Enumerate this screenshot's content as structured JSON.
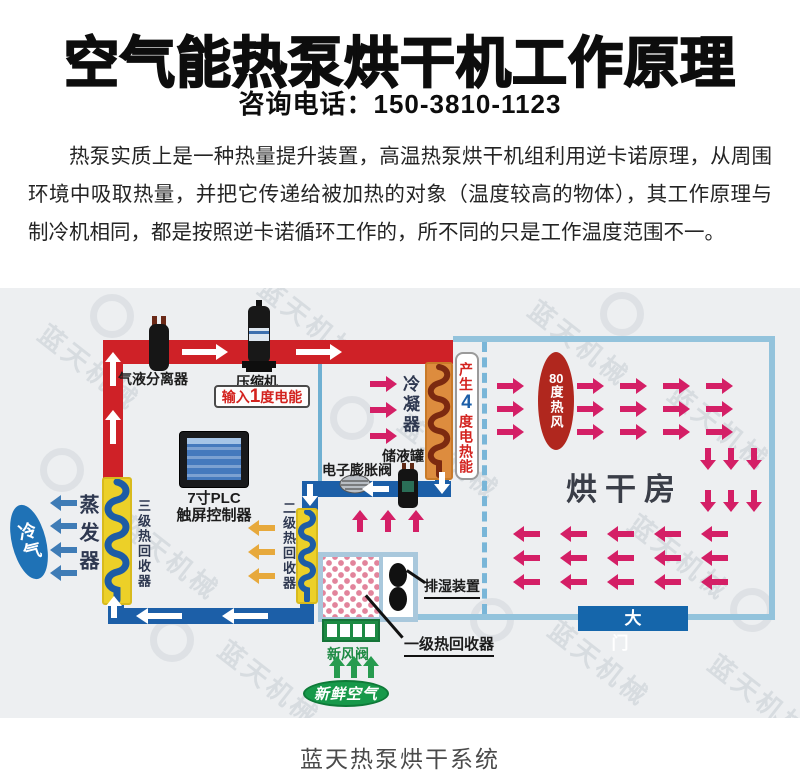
{
  "header": {
    "title": "空气能热泵烘干机工作原理",
    "phone": "咨询电话：150-3810-1123"
  },
  "intro": {
    "text": "热泵实质上是一种热量提升装置，高温热泵烘干机组利用逆卡诺原理，从周围环境中吸取热量，并把它传递给被加热的对象（温度较高的物体），其工作原理与制冷机相同，都是按照逆卡诺循环工作的，所不同的只是工作温度范围不一。"
  },
  "diagram": {
    "watermark": "蓝天机械",
    "components": {
      "separator": "气液分离器",
      "compressor": "压缩机",
      "input_energy": {
        "pre": "输入",
        "num": "1",
        "post": "度电能"
      },
      "plc": {
        "line1": "7寸PLC",
        "line2": "触屏控制器"
      },
      "condenser": "冷凝器",
      "gen_energy": {
        "pre": "产生",
        "num": "4",
        "post": "度电热能"
      },
      "tank": "储液罐",
      "valve": "电子膨胀阀",
      "evaporator": "蒸发器",
      "cold_air": "冷气",
      "stage3": "三级热回收器",
      "stage2": "二级热回收器",
      "stage1": "一级热回收器",
      "dehumidifier": "排湿装置",
      "fresh_air_valve": "新风阀",
      "fresh_air": "新鲜空气",
      "hot_air": {
        "num": "80",
        "rest": "度热风"
      },
      "drying_room": "烘干房",
      "door": "大门"
    },
    "colors": {
      "hot_pipe": "#cf2127",
      "cold_pipe": "#1c5fa8",
      "room_border": "#93c3dc",
      "hot_air_arrow": "#d41f66",
      "recovery_arrow": "#e7a93c",
      "cold_air_arrow": "#3f7cb6",
      "fresh_air_green": "#17994a",
      "door_blue": "#1566ab",
      "oval_red": "#b0271e",
      "oval_blue": "#1f72b6",
      "coil_panel": "#ecd028",
      "condenser_panel": "#dd8c3e"
    }
  },
  "caption": "蓝天热泵烘干系统"
}
